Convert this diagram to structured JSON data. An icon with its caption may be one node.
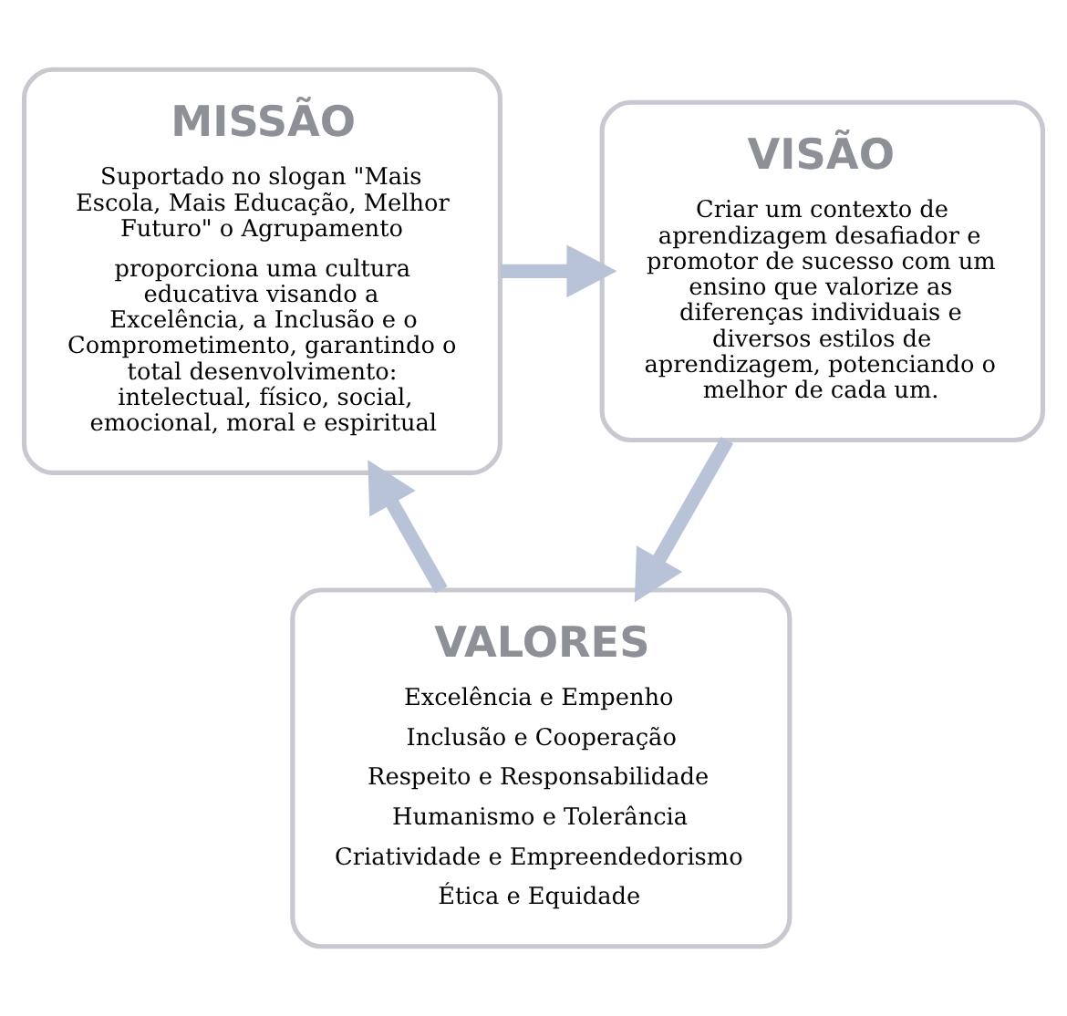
{
  "diagram": {
    "nodes": [
      {
        "text": [
          "MISSÃO",
          "Suportado no slogan \"Mais Escola, Mais Educação, Melhor Futuro\" o Agrupamento",
          "proporciona uma cultura educativa visando a Excelência, a Inclusão e o Comprometimento, garantindo o total desenvolvimento: intelectual, físico, social, emocional, moral e espiritual"
        ]
      },
      {
        "text": [
          "VISÃO",
          "Criar um contexto de aprendizagem desafiador e promotor de sucesso com um ensino que valorize as diferenças individuais e diversos estilos de aprendizagem, potenciando o melhor de cada um."
        ]
      },
      {
        "text": [
          "VALORES",
          "Excelência e Empenho",
          "Inclusão e Cooperação",
          "Respeito e Responsabilidade",
          "Humanismo e Tolerância",
          "Criatividade e Empreendedorismo",
          "Ética e Equidade"
        ]
      }
    ],
    "edges": [
      {
        "from": 0,
        "to": 1,
        "arrow": "to"
      },
      {
        "from": 1,
        "to": 2,
        "arrow": "to"
      },
      {
        "from": 2,
        "to": 0,
        "arrow": "to"
      }
    ]
  }
}
